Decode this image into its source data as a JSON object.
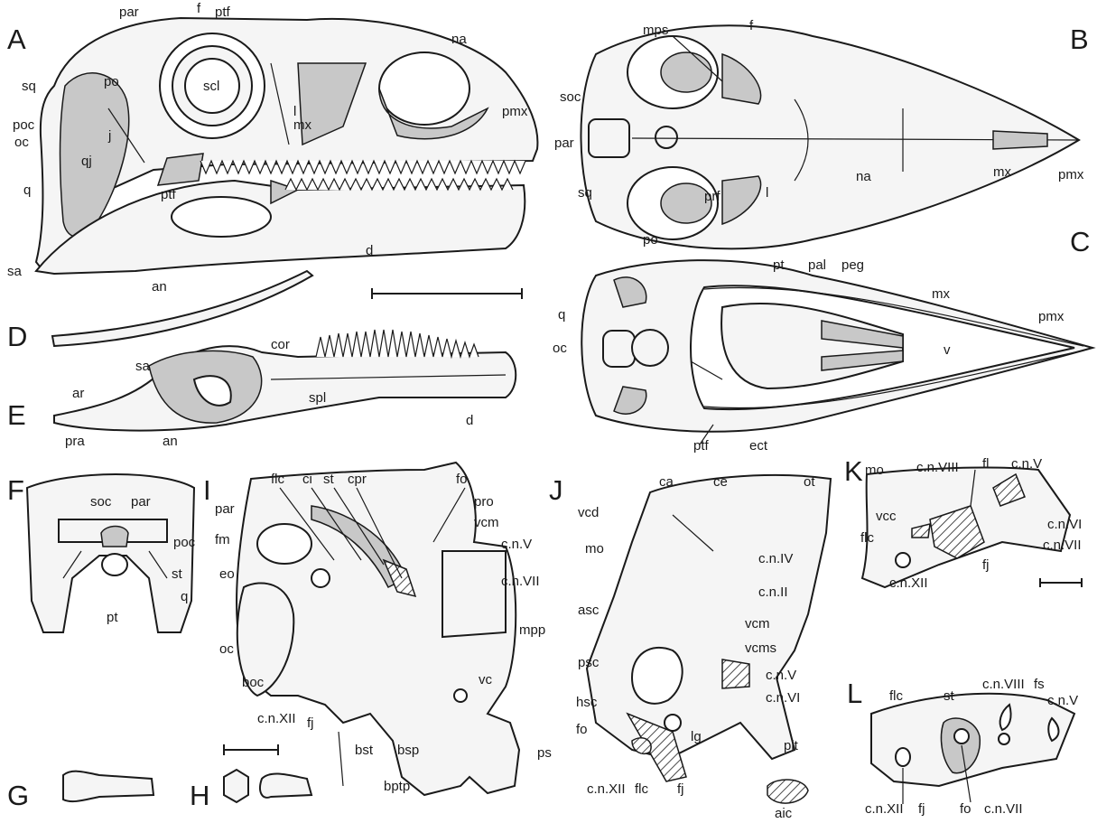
{
  "panels": [
    "A",
    "B",
    "C",
    "D",
    "E",
    "F",
    "G",
    "H",
    "I",
    "J",
    "K",
    "L"
  ],
  "labels": {
    "A": [
      "par",
      "f",
      "ptf",
      "na",
      "sq",
      "po",
      "scl",
      "l",
      "pmx",
      "poc",
      "mx",
      "oc",
      "j",
      "qj",
      "q",
      "ptf",
      "d",
      "sa",
      "an"
    ],
    "B": [
      "mps",
      "f",
      "soc",
      "par",
      "pmx",
      "mx",
      "na",
      "l",
      "prf",
      "sq",
      "po"
    ],
    "C": [
      "pt",
      "pal",
      "peg",
      "mx",
      "q",
      "oc",
      "v",
      "pmx",
      "ptf",
      "ect"
    ],
    "E": [
      "cor",
      "sa",
      "ar",
      "spl",
      "d",
      "pra",
      "an"
    ],
    "F": [
      "soc",
      "par",
      "poc",
      "st",
      "q",
      "pt"
    ],
    "I": [
      "flc",
      "ci",
      "st",
      "cpr",
      "fo",
      "pro",
      "par",
      "vcm",
      "fm",
      "c.n.V",
      "eo",
      "c.n.VII",
      "mpp",
      "oc",
      "vc",
      "boc",
      "c.n.XII",
      "fj",
      "bst",
      "bsp",
      "bptp",
      "ps"
    ],
    "J": [
      "ca",
      "ce",
      "ot",
      "vcd",
      "mo",
      "c.n.IV",
      "c.n.II",
      "asc",
      "vcm",
      "vcms",
      "psc",
      "c.n.V",
      "hsc",
      "c.n.VI",
      "fo",
      "lg",
      "pit",
      "c.n.XII",
      "flc",
      "fj",
      "aic"
    ],
    "K": [
      "mo",
      "c.n.VIII",
      "fl",
      "c.n.V",
      "vcc",
      "c.n.VI",
      "flc",
      "c.n.VII",
      "fj",
      "c.n.XII"
    ],
    "L": [
      "flc",
      "st",
      "c.n.VIII",
      "fs",
      "c.n.V",
      "c.n.XII",
      "fj",
      "fo",
      "c.n.VII"
    ]
  }
}
